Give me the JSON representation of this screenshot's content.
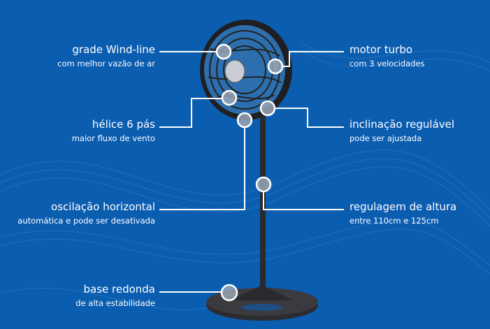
{
  "callouts": {
    "grade": {
      "title": "grade Wind-line",
      "subtitle": "com melhor vazão de ar"
    },
    "helice": {
      "title": "hélice 6 pás",
      "subtitle": "maior fluxo de vento"
    },
    "oscilacao": {
      "title": "oscilação horizontal",
      "subtitle": "automática e pode ser desativada"
    },
    "base": {
      "title": "base redonda",
      "subtitle": "de alta estabilidade"
    },
    "motor": {
      "title": "motor turbo",
      "subtitle": "com 3 velocidades"
    },
    "inclinacao": {
      "title": "inclinação regulável",
      "subtitle": "pode ser ajustada"
    },
    "regulagem": {
      "title": "regulagem de altura",
      "subtitle": "entre 110cm e 125cm"
    }
  },
  "colors": {
    "background": "#0b5db0",
    "fan": "#2b2b2e",
    "accent": "#3a9ae0",
    "line": "#ffffff"
  }
}
